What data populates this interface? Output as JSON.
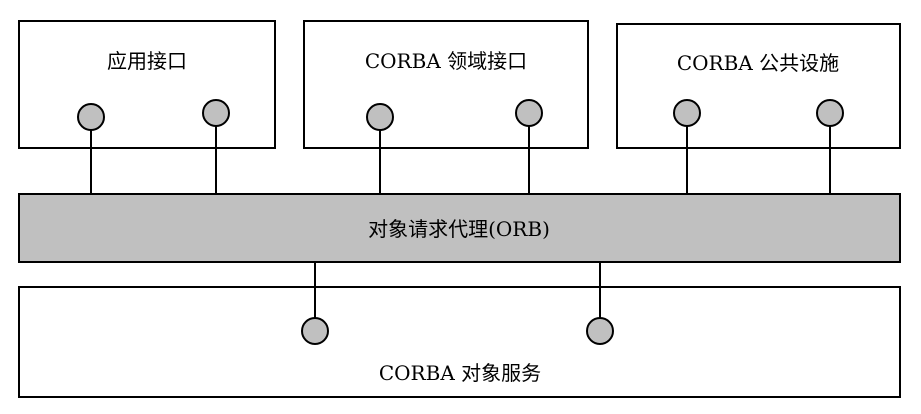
{
  "diagram": {
    "boxes": {
      "application_interface": "应用接口",
      "domain_interface": "CORBA 领域接口",
      "common_facilities": "CORBA 公共设施",
      "orb": "对象请求代理(ORB)",
      "object_services": "CORBA 对象服务"
    },
    "colors": {
      "box_fill": "#ffffff",
      "orb_fill": "#c0c0c0",
      "port_fill": "#c0c0c0",
      "stroke": "#000000"
    }
  }
}
